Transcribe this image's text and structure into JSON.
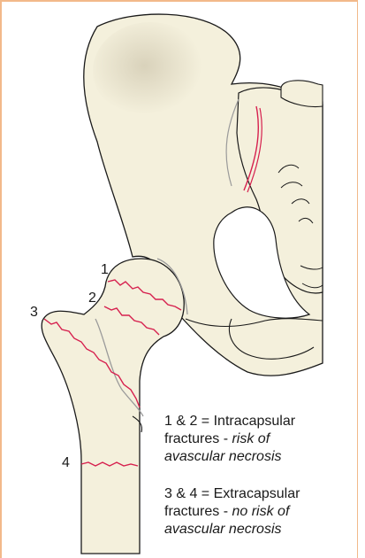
{
  "labels": {
    "one": "1",
    "two": "2",
    "three": "3",
    "four": "4"
  },
  "captions": {
    "intracapsular": {
      "prefix": "1 & 2 = Intracapsular",
      "line2_plain": "fractures - ",
      "line2_italic": "risk of",
      "line3_italic": "avascular necrosis"
    },
    "extracapsular": {
      "prefix": "3 & 4 = Extracapsular",
      "line2_plain": "fractures - ",
      "line2_italic": "no risk of",
      "line3_italic": "avascular necrosis"
    }
  },
  "colors": {
    "bone_fill": "#f4f0dc",
    "bone_outline": "#1a1a1a",
    "fracture_line": "#d6204e",
    "capsule_line": "#9a9a9a",
    "frame": "#f2b98a"
  }
}
